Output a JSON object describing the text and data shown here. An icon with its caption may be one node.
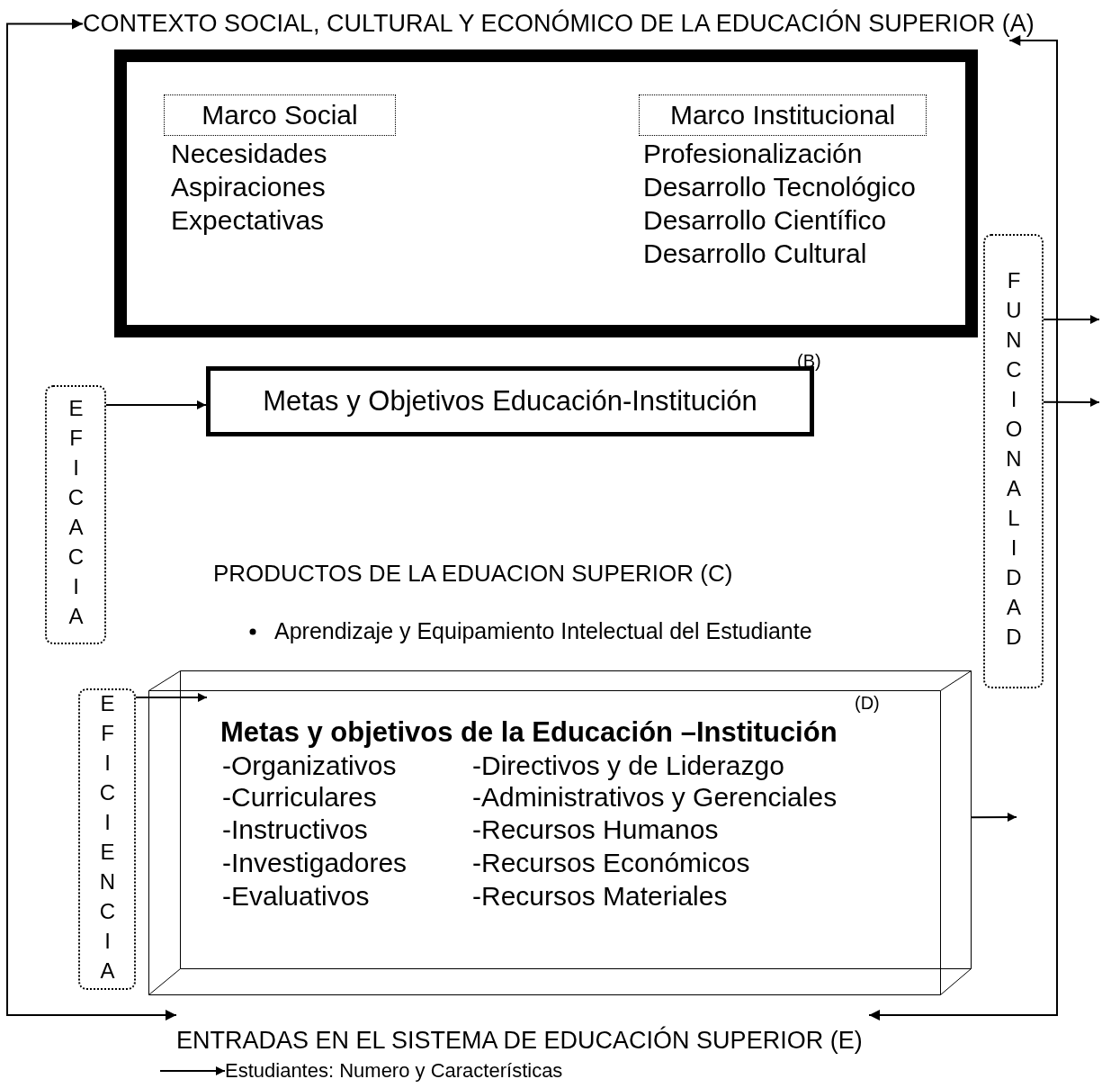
{
  "diagram": {
    "nodes": [
      {
        "text": [
          "CONTEXTO SOCIAL, CULTURAL Y ECONÓMICO DE LA EDUCACIÓN SUPERIOR (A)"
        ]
      },
      {
        "text": [],
        "shape": "box"
      },
      {
        "text": [
          "Marco Social"
        ],
        "in": 1,
        "beside": [
          "Necesidades",
          "Aspiraciones",
          "Expectativas"
        ]
      },
      {
        "text": [
          "Marco Institucional"
        ],
        "in": 1,
        "beside": [
          "Profesionalización",
          "Desarrollo Tecnológico",
          "Desarrollo Científico",
          "Desarrollo Cultural"
        ]
      },
      {
        "text": [
          "EFICACIA"
        ]
      },
      {
        "text": [
          "Metas y Objetivos Educación-Institución"
        ],
        "beside": [
          "(B)"
        ]
      },
      {
        "text": [
          "EFICIENCIA"
        ]
      },
      {
        "text": [
          "(D)",
          "Metas y objetivos de la Educación –Institución",
          "-Organizativos",
          "-Directivos y de Liderazgo",
          "-Curriculares",
          "-Administrativos y Gerenciales",
          "-Instructivos",
          "-Recursos Humanos",
          "-Investigadores",
          "-Recursos Económicos",
          "-Evaluativos",
          "-Recursos Materiales"
        ]
      },
      {
        "text": [
          "FUNCIONALIDAD"
        ]
      },
      {
        "text": [
          "ENTRADAS EN EL SISTEMA DE EDUCACIÓN SUPERIOR (E)"
        ]
      },
      {
        "text": [
          "Estudiantes: Numero y Características"
        ]
      }
    ],
    "edges": [
      {
        "from": 9,
        "to": 0,
        "arrow": "both"
      },
      {
        "from": 0,
        "to": 9,
        "arrow": "both"
      },
      {
        "from": 4,
        "to": 5,
        "arrow": "to"
      },
      {
        "from": 6,
        "to": 7,
        "arrow": "to"
      },
      {
        "from": 7,
        "to": null,
        "arrow": "to"
      },
      {
        "from": 8,
        "to": null,
        "arrow": "to"
      },
      {
        "from": 8,
        "to": null,
        "arrow": "to"
      },
      {
        "from": null,
        "to": 10,
        "arrow": "to"
      }
    ],
    "labels": [
      "PRODUCTOS DE LA EDUACION SUPERIOR (C)",
      "Aprendizaje y Equipamiento Intelectual del Estudiante"
    ]
  }
}
